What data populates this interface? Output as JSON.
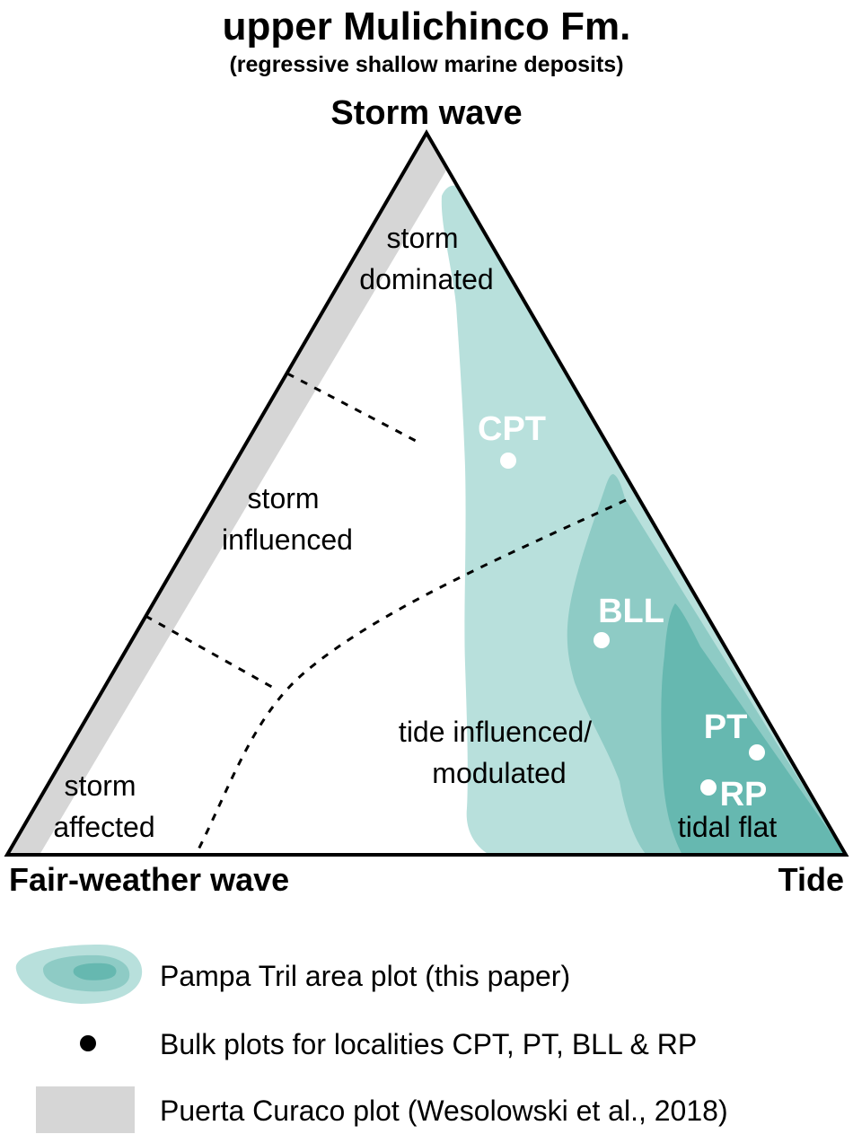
{
  "title": "upper Mulichinco Fm.",
  "subtitle": "(regressive shallow marine deposits)",
  "vertices": {
    "top": "Storm wave",
    "left": "Fair-weather wave",
    "right": "Tide"
  },
  "fields": {
    "storm_dominated": [
      "storm",
      "dominated"
    ],
    "storm_influenced": [
      "storm",
      "influenced"
    ],
    "storm_affected": [
      "storm",
      "affected"
    ],
    "tide_influenced": [
      "tide influenced/",
      "modulated"
    ],
    "tidal_flat": "tidal flat"
  },
  "localities": {
    "cpt": "CPT",
    "bll": "BLL",
    "pt": "PT",
    "rp": "RP"
  },
  "legend": {
    "area": "Pampa Tril area plot (this paper)",
    "bulk": "Bulk plots for localities CPT, PT, BLL & RP",
    "curaco": "Puerta Curaco plot (Wesolowski et al., 2018)"
  },
  "colors": {
    "area_light": "#b8e0dc",
    "area_mid": "#8ecbc5",
    "area_dark": "#66b8b0",
    "curaco_band": "#d6d6d6",
    "outline": "#000000",
    "point": "#ffffff"
  }
}
